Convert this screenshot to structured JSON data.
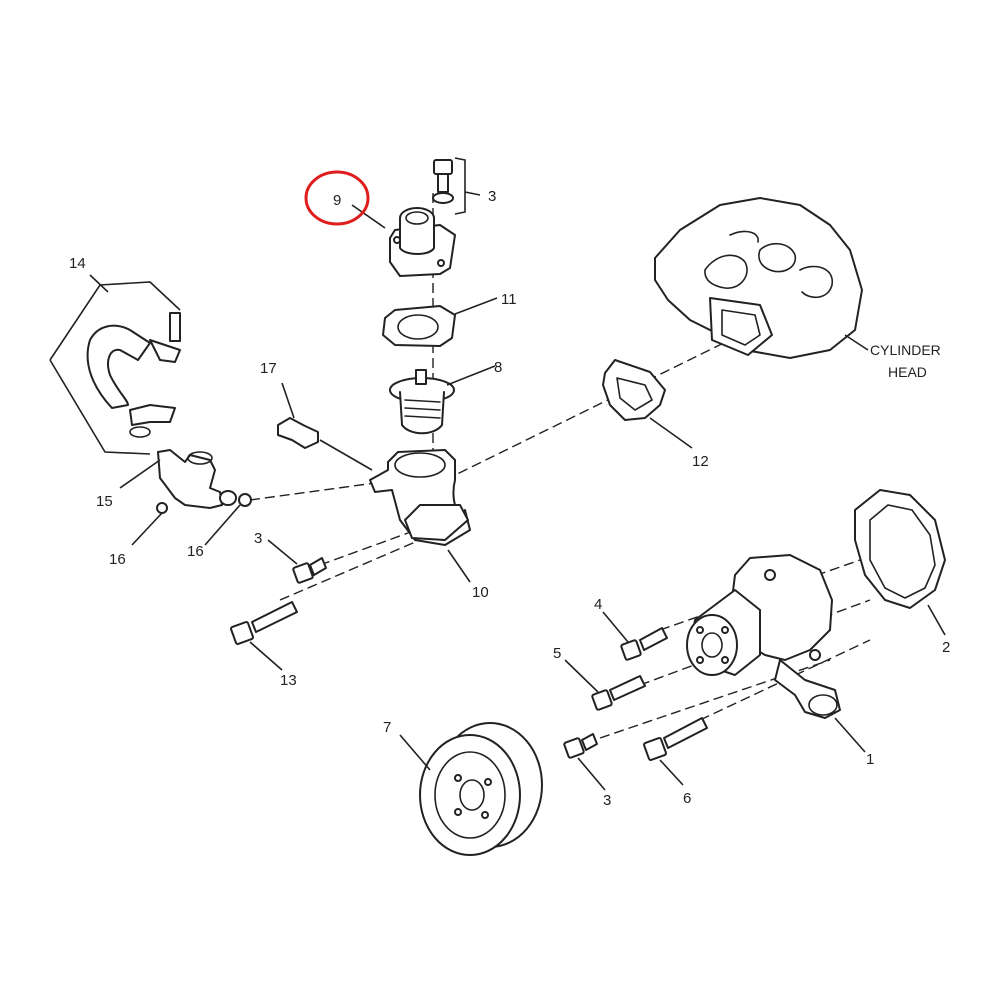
{
  "callouts": {
    "c1": "1",
    "c2": "2",
    "c3a": "3",
    "c3b": "3",
    "c3c": "3",
    "c4": "4",
    "c5": "5",
    "c6": "6",
    "c7": "7",
    "c8": "8",
    "c9": "9",
    "c10": "10",
    "c11": "11",
    "c12": "12",
    "c13": "13",
    "c14": "14",
    "c15": "15",
    "c16a": "16",
    "c16b": "16",
    "c17": "17"
  },
  "cylinder_head": {
    "line1": "CYLINDER",
    "line2": "HEAD"
  },
  "highlight": {
    "part": "9",
    "color": "#e01d1d"
  }
}
